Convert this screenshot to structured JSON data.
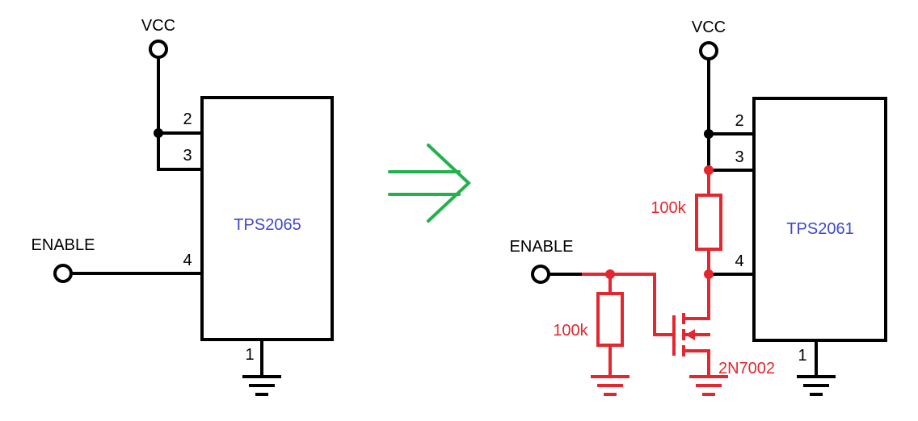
{
  "left": {
    "vcc": "VCC",
    "enable": "ENABLE",
    "chip": "TPS2065",
    "pins": {
      "p1": "1",
      "p2": "2",
      "p3": "3",
      "p4": "4"
    }
  },
  "right": {
    "vcc": "VCC",
    "enable": "ENABLE",
    "chip": "TPS2061",
    "pins": {
      "p1": "1",
      "p2": "2",
      "p3": "3",
      "p4": "4"
    },
    "r_top": "100k",
    "r_bottom": "100k",
    "mosfet": "2N7002"
  },
  "colors": {
    "wire": "#000000",
    "added": "#e5262e",
    "chip_label": "#3f48cc",
    "arrow": "#22b14c"
  }
}
